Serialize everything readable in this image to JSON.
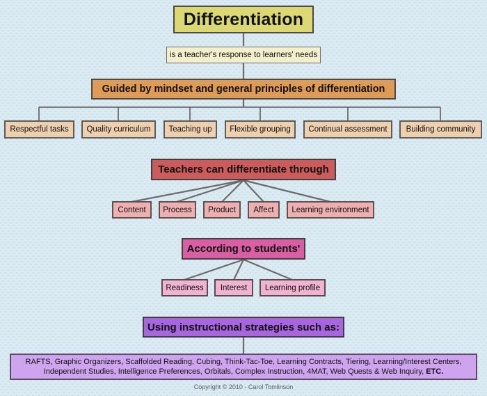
{
  "page": {
    "background_color": "#dbe9f1",
    "copyright": "Copyright © 2010 - Carol Tomlinson"
  },
  "diagram": {
    "type": "flowchart",
    "title_node": {
      "label": "Differentiation",
      "fill": "#dcd975",
      "border": "#4a4a4a"
    },
    "subtitle_node": {
      "label": "is a teacher's response to learners' needs",
      "fill": "#f2f0cc",
      "border": "#6d6d6d"
    },
    "sections": [
      {
        "id": "principles",
        "header": {
          "label": "Guided by mindset and general principles of differentiation",
          "fill": "#dd9b55"
        },
        "connector_style": "orthogonal-bus",
        "children_fill": "#eecfae",
        "children": [
          {
            "label": "Respectful tasks"
          },
          {
            "label": "Quality curriculum"
          },
          {
            "label": "Teaching up"
          },
          {
            "label": "Flexible grouping"
          },
          {
            "label": "Continual assessment"
          },
          {
            "label": "Building community"
          }
        ]
      },
      {
        "id": "differentiate-through",
        "header": {
          "label": "Teachers can differentiate through",
          "fill": "#cc5c5c"
        },
        "connector_style": "fan",
        "children_fill": "#edafaf",
        "children": [
          {
            "label": "Content"
          },
          {
            "label": "Process"
          },
          {
            "label": "Product"
          },
          {
            "label": "Affect"
          },
          {
            "label": "Learning environment"
          }
        ]
      },
      {
        "id": "according-to-students",
        "header": {
          "label": "According to students'",
          "fill": "#d95fa5"
        },
        "connector_style": "fan",
        "children_fill": "#f0b4d2",
        "children": [
          {
            "label": "Readiness"
          },
          {
            "label": "Interest"
          },
          {
            "label": "Learning profile"
          }
        ]
      },
      {
        "id": "instructional-strategies",
        "header": {
          "label": "Using instructional strategies such as:",
          "fill": "#a765e0"
        },
        "connector_style": "straight",
        "children_fill": "#cfa4ee",
        "strategies_line1": "RAFTS, Graphic Organizers, Scaffolded Reading, Cubing, Think-Tac-Toe, Learning Contracts, Tiering,  Learning/Interest Centers,",
        "strategies_line2_pre": "Independent Studies, Intelligence Preferences, Orbitals, Complex Instruction, 4MAT, Web Quests & Web Inquiry, ",
        "strategies_line2_bold": "ETC."
      }
    ]
  }
}
